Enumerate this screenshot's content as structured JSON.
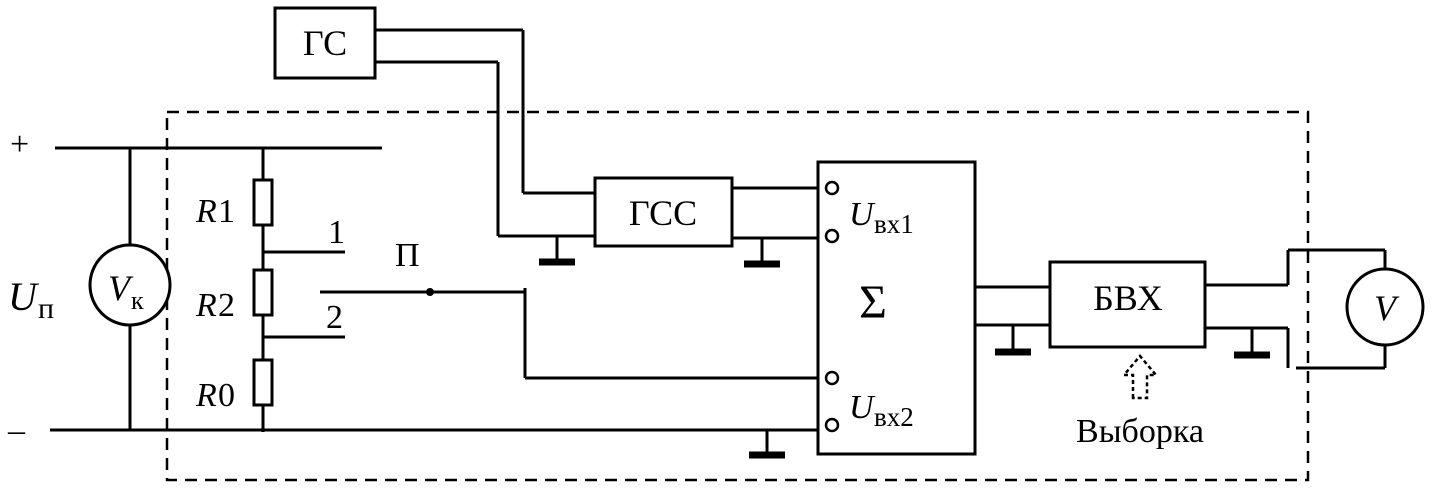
{
  "blocks": {
    "gs": "ГС",
    "gss": "ГСС",
    "sum": "Σ",
    "bvh": "БВХ",
    "vk": "V",
    "vk_sub": "к",
    "v": "V"
  },
  "labels": {
    "plus": "+",
    "minus": "–",
    "u": "U",
    "u_sub": "п",
    "r1": "R",
    "r1_num": "1",
    "r2": "R",
    "r2_num": "2",
    "r0": "R",
    "r0_num": "0",
    "tap1": "1",
    "tap2": "2",
    "switch": "П",
    "uin1": "U",
    "uin1_sub": "вх1",
    "uin2": "U",
    "uin2_sub": "вх2",
    "sampling": "Выборка"
  },
  "colors": {
    "line": "#000000",
    "background": "#ffffff"
  }
}
